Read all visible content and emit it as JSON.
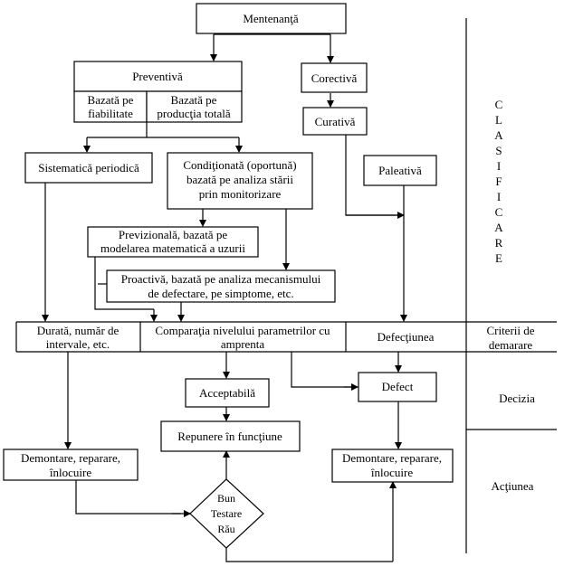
{
  "nodes": {
    "mentenanta": "Mentenanţă",
    "preventiva": "Preventivă",
    "corectiva": "Corectivă",
    "curativa": "Curativă",
    "paleativa": "Paleativă",
    "fiabilitate_l1": "Bazată pe",
    "fiabilitate_l2": "fiabilitate",
    "productie_l1": "Bazată pe",
    "productie_l2": "producţia totală",
    "sistematica": "Sistematică periodică",
    "conditionata_l1": "Condiţionată (oportună)",
    "conditionata_l2": "bazată pe analiza stării",
    "conditionata_l3": "prin monitorizare",
    "previzionala_l1": "Previzională, bazată pe",
    "previzionala_l2": "modelarea matematică a uzurii",
    "proactiva_l1": "Proactivă, bazată pe analiza mecanismului",
    "proactiva_l2": "de defectare, pe simptome, etc.",
    "durata_l1": "Durată, număr de",
    "durata_l2": "intervale, etc.",
    "comparatia_l1": "Comparaţia nivelului parametrilor cu",
    "comparatia_l2": "amprenta",
    "defectiunea": "Defecţiunea",
    "acceptabila": "Acceptabilă",
    "defect": "Defect",
    "repunere": "Repunere în funcţiune",
    "demontare_left_l1": "Demontare, reparare,",
    "demontare_left_l2": "înlocuire",
    "demontare_right_l1": "Demontare, reparare,",
    "demontare_right_l2": "înlocuire",
    "decision_bun": "Bun",
    "decision_testare": "Testare",
    "decision_rau": "Rău"
  },
  "side_labels": {
    "clasificare": [
      "C",
      "L",
      "A",
      "S",
      "I",
      "F",
      "I",
      "C",
      "A",
      "R",
      "E"
    ],
    "criterii_l1": "Criterii de",
    "criterii_l2": "demarare",
    "decizia": "Decizia",
    "actiunea": "Acţiunea"
  }
}
